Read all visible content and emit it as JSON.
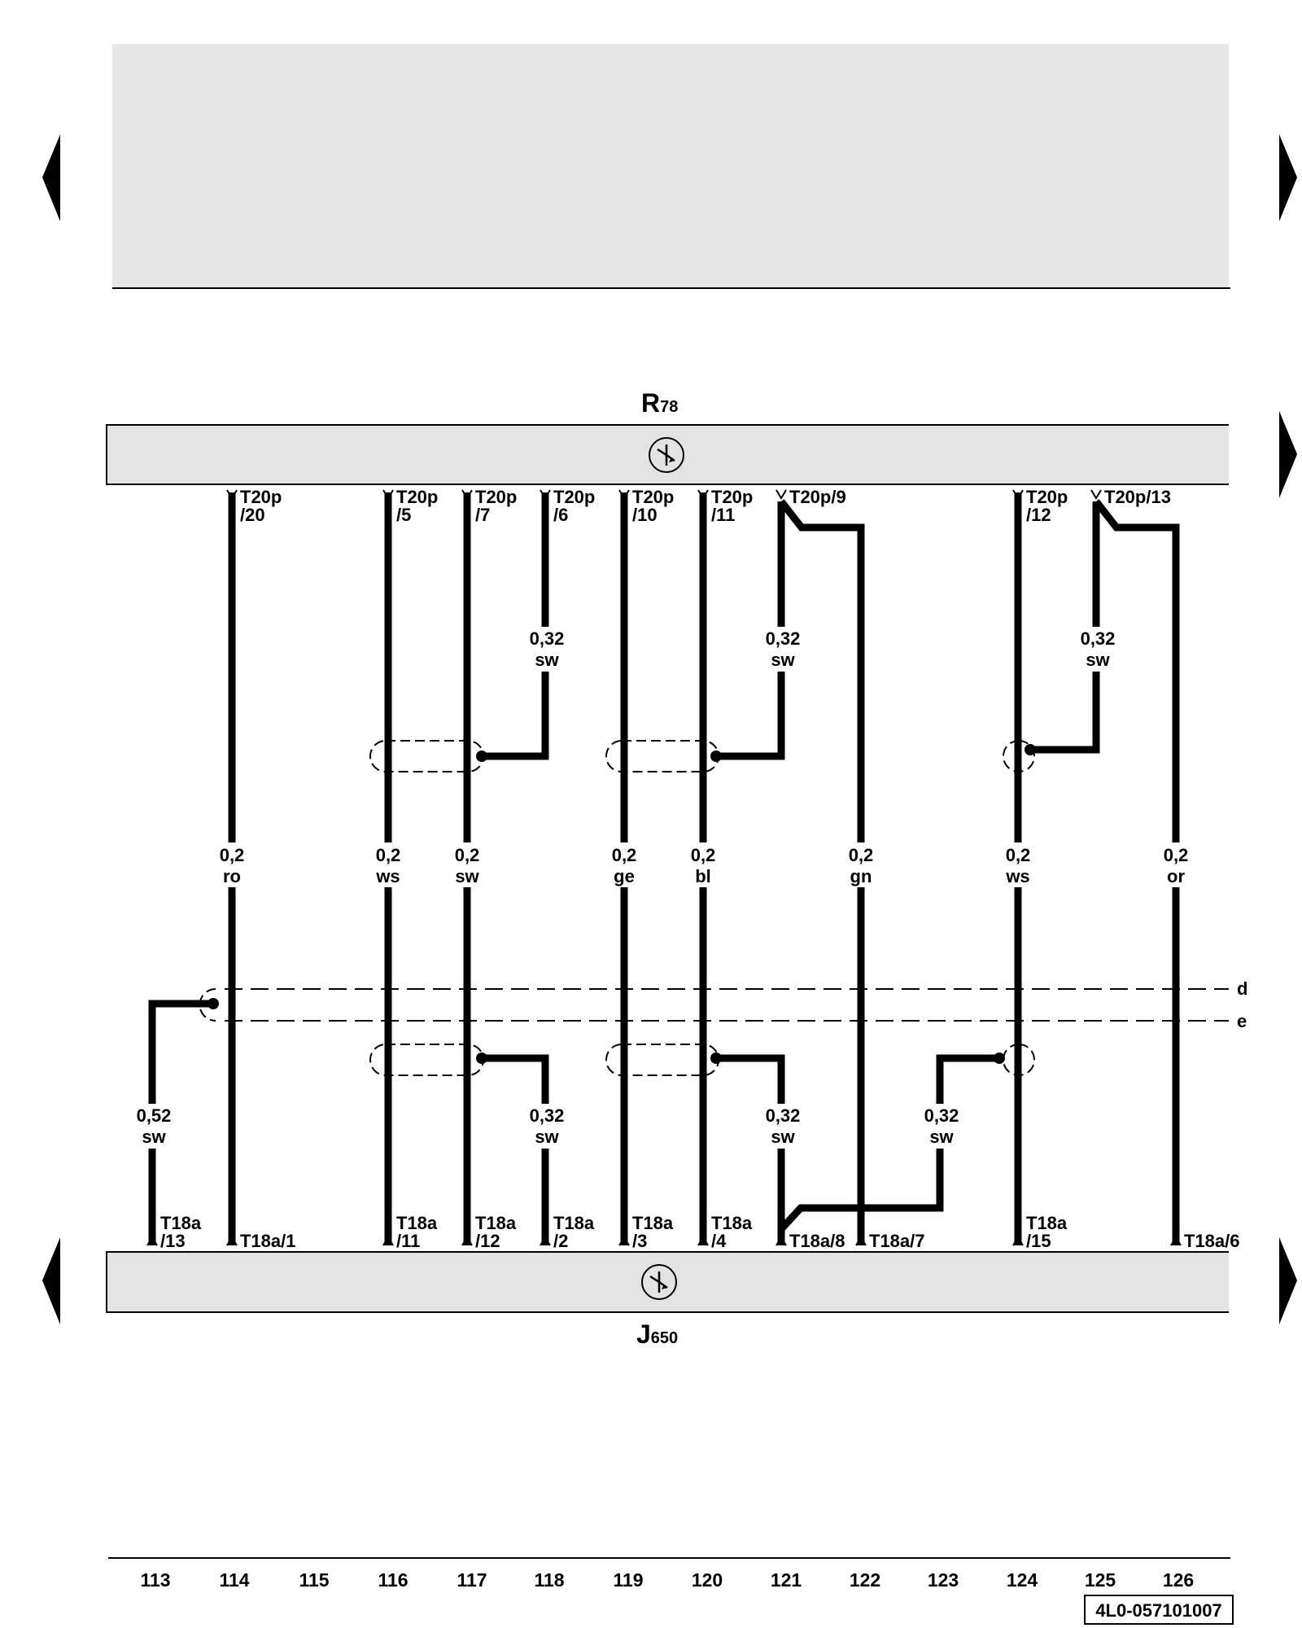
{
  "header": {
    "placeholder": ""
  },
  "components": {
    "top": {
      "letter": "R",
      "sub": "78"
    },
    "bottom": {
      "letter": "J",
      "sub": "650"
    }
  },
  "shield_labels": [
    "d",
    "e"
  ],
  "top_pins": [
    {
      "l1": "T20p",
      "l2": "/20"
    },
    {
      "l1": "T20p",
      "l2": "/5"
    },
    {
      "l1": "T20p",
      "l2": "/7"
    },
    {
      "l1": "T20p",
      "l2": "/6"
    },
    {
      "l1": "T20p",
      "l2": "/10"
    },
    {
      "l1": "T20p",
      "l2": "/11"
    },
    {
      "l1": "T20p/9",
      "l2": ""
    },
    {
      "l1": "T20p",
      "l2": "/12"
    },
    {
      "l1": "T20p/13",
      "l2": ""
    }
  ],
  "bottom_pins": [
    {
      "l1": "T18a",
      "l2": "/13"
    },
    {
      "l1": "T18a/1",
      "l2": ""
    },
    {
      "l1": "T18a",
      "l2": "/11"
    },
    {
      "l1": "T18a",
      "l2": "/12"
    },
    {
      "l1": "T18a",
      "l2": "/2"
    },
    {
      "l1": "T18a",
      "l2": "/3"
    },
    {
      "l1": "T18a",
      "l2": "/4"
    },
    {
      "l1": "T18a/8",
      "l2": ""
    },
    {
      "l1": "T18a/7",
      "l2": ""
    },
    {
      "l1": "T18a",
      "l2": "/15"
    },
    {
      "l1": "T18a/6",
      "l2": ""
    }
  ],
  "wire_specs": [
    {
      "size": "0,2",
      "color": "ro"
    },
    {
      "size": "0,2",
      "color": "ws"
    },
    {
      "size": "0,2",
      "color": "sw"
    },
    {
      "size": "0,2",
      "color": "ge"
    },
    {
      "size": "0,2",
      "color": "bl"
    },
    {
      "size": "0,2",
      "color": "gn"
    },
    {
      "size": "0,2",
      "color": "ws"
    },
    {
      "size": "0,2",
      "color": "or"
    },
    {
      "size": "0,32",
      "color": "sw"
    },
    {
      "size": "0,32",
      "color": "sw"
    },
    {
      "size": "0,32",
      "color": "sw"
    },
    {
      "size": "0,52",
      "color": "sw"
    },
    {
      "size": "0,32",
      "color": "sw"
    },
    {
      "size": "0,32",
      "color": "sw"
    },
    {
      "size": "0,32",
      "color": "sw"
    }
  ],
  "position_numbers": [
    "113",
    "114",
    "115",
    "116",
    "117",
    "118",
    "119",
    "120",
    "121",
    "122",
    "123",
    "124",
    "125",
    "126"
  ],
  "diagram_code": "4L0-057101007",
  "colors": {
    "component_fill": "#e3e3e3",
    "header_fill": "#e6e6e6",
    "wire": "#000000"
  },
  "icons": [
    "nav-arrow-left-icon",
    "nav-arrow-right-icon",
    "control-unit-symbol-icon"
  ]
}
